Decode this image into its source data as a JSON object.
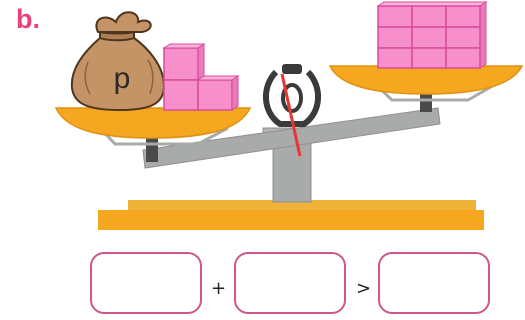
{
  "part_label": "b.",
  "bag_label": "p",
  "operators": {
    "first": "+",
    "second": ">"
  },
  "answer_boxes": [
    {
      "value": ""
    },
    {
      "value": ""
    },
    {
      "value": ""
    }
  ],
  "cube_counts": {
    "left_pan": 3,
    "right_pan": 9
  },
  "colors": {
    "pan": "#f4a71f",
    "cube": "#f78fcb",
    "cube_edge": "#d84c9e",
    "bag": "#c49366",
    "beam": "#a9aaaa",
    "needle": "#e83535",
    "box_border": "#d0568a",
    "label": "#e5417a"
  }
}
